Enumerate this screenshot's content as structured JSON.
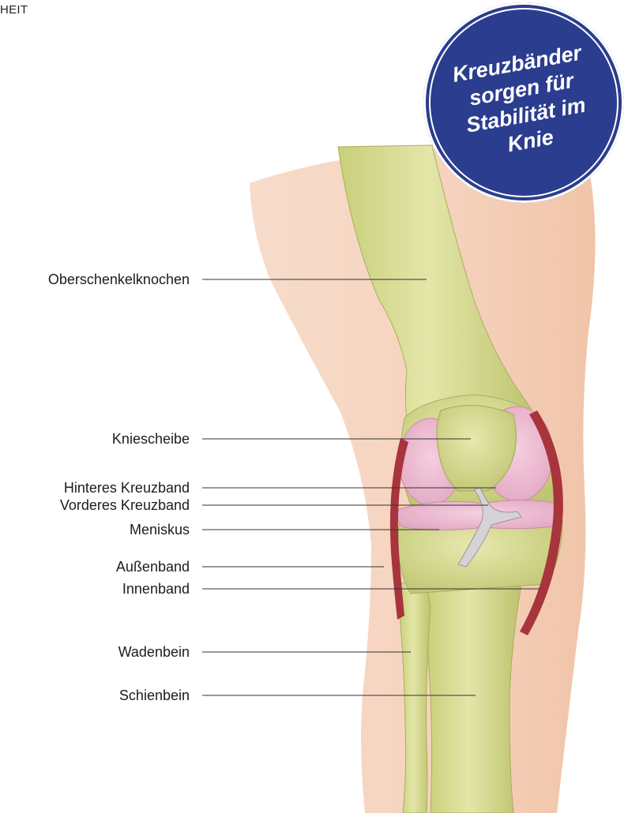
{
  "header": {
    "text": "HEIT"
  },
  "badge": {
    "lines": [
      "Kreuzbänder",
      "sorgen für",
      "Stabilität im",
      "Knie"
    ]
  },
  "labels": {
    "oberschenkelknochen": "Oberschenkelknochen",
    "kniescheibe": "Kniescheibe",
    "hinteres_kreuzband": "Hinteres Kreuzband",
    "vorderes_kreuzband": "Vorderes Kreuzband",
    "meniskus": "Meniskus",
    "aussenband": "Außenband",
    "innenband": "Innenband",
    "wadenbein": "Wadenbein",
    "schienbein": "Schienbein"
  },
  "colors": {
    "skin": "#f6d7c2",
    "bone": "#d7dc94",
    "bone_shade": "#b9c06a",
    "cartilage": "#ecbcd2",
    "ligament": "#a8343c",
    "badge": "#2b3d8e",
    "leader_line": "#333333"
  }
}
